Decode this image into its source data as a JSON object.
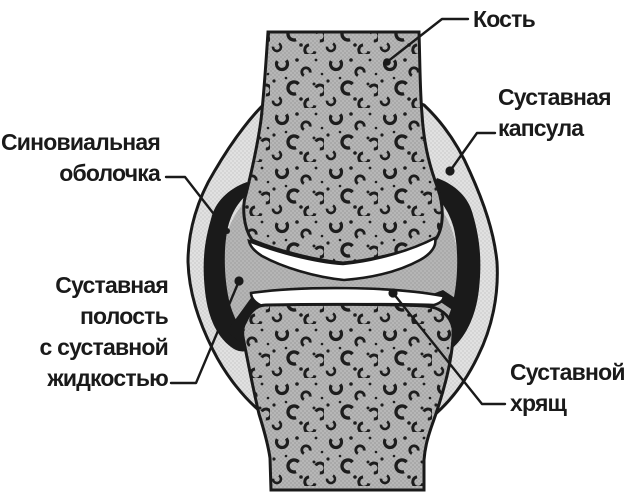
{
  "diagram": {
    "subject": "joint-anatomy-schematic",
    "labels": {
      "bone": {
        "text": "Кость"
      },
      "joint_capsule": {
        "lines": [
          "Суставная",
          "капсула"
        ]
      },
      "synovial_membrane": {
        "lines": [
          "Синовиальная",
          "оболочка"
        ]
      },
      "joint_cavity": {
        "lines": [
          "Суставная",
          "полость",
          "с суставной",
          "жидкостью"
        ]
      },
      "articular_cartilage": {
        "lines": [
          "Суставной",
          "хрящ"
        ]
      }
    },
    "colors": {
      "background": "#ffffff",
      "outline": "#1a1a1a",
      "bone_fill": "#b7b7b7",
      "bone_spots": "#1d1d1d",
      "capsule_fill": "#e0e0e0",
      "cavity_fill": "#b4b4b4",
      "synovial_membrane_fill": "#1a1a1a",
      "cartilage_fill": "#ffffff"
    }
  }
}
